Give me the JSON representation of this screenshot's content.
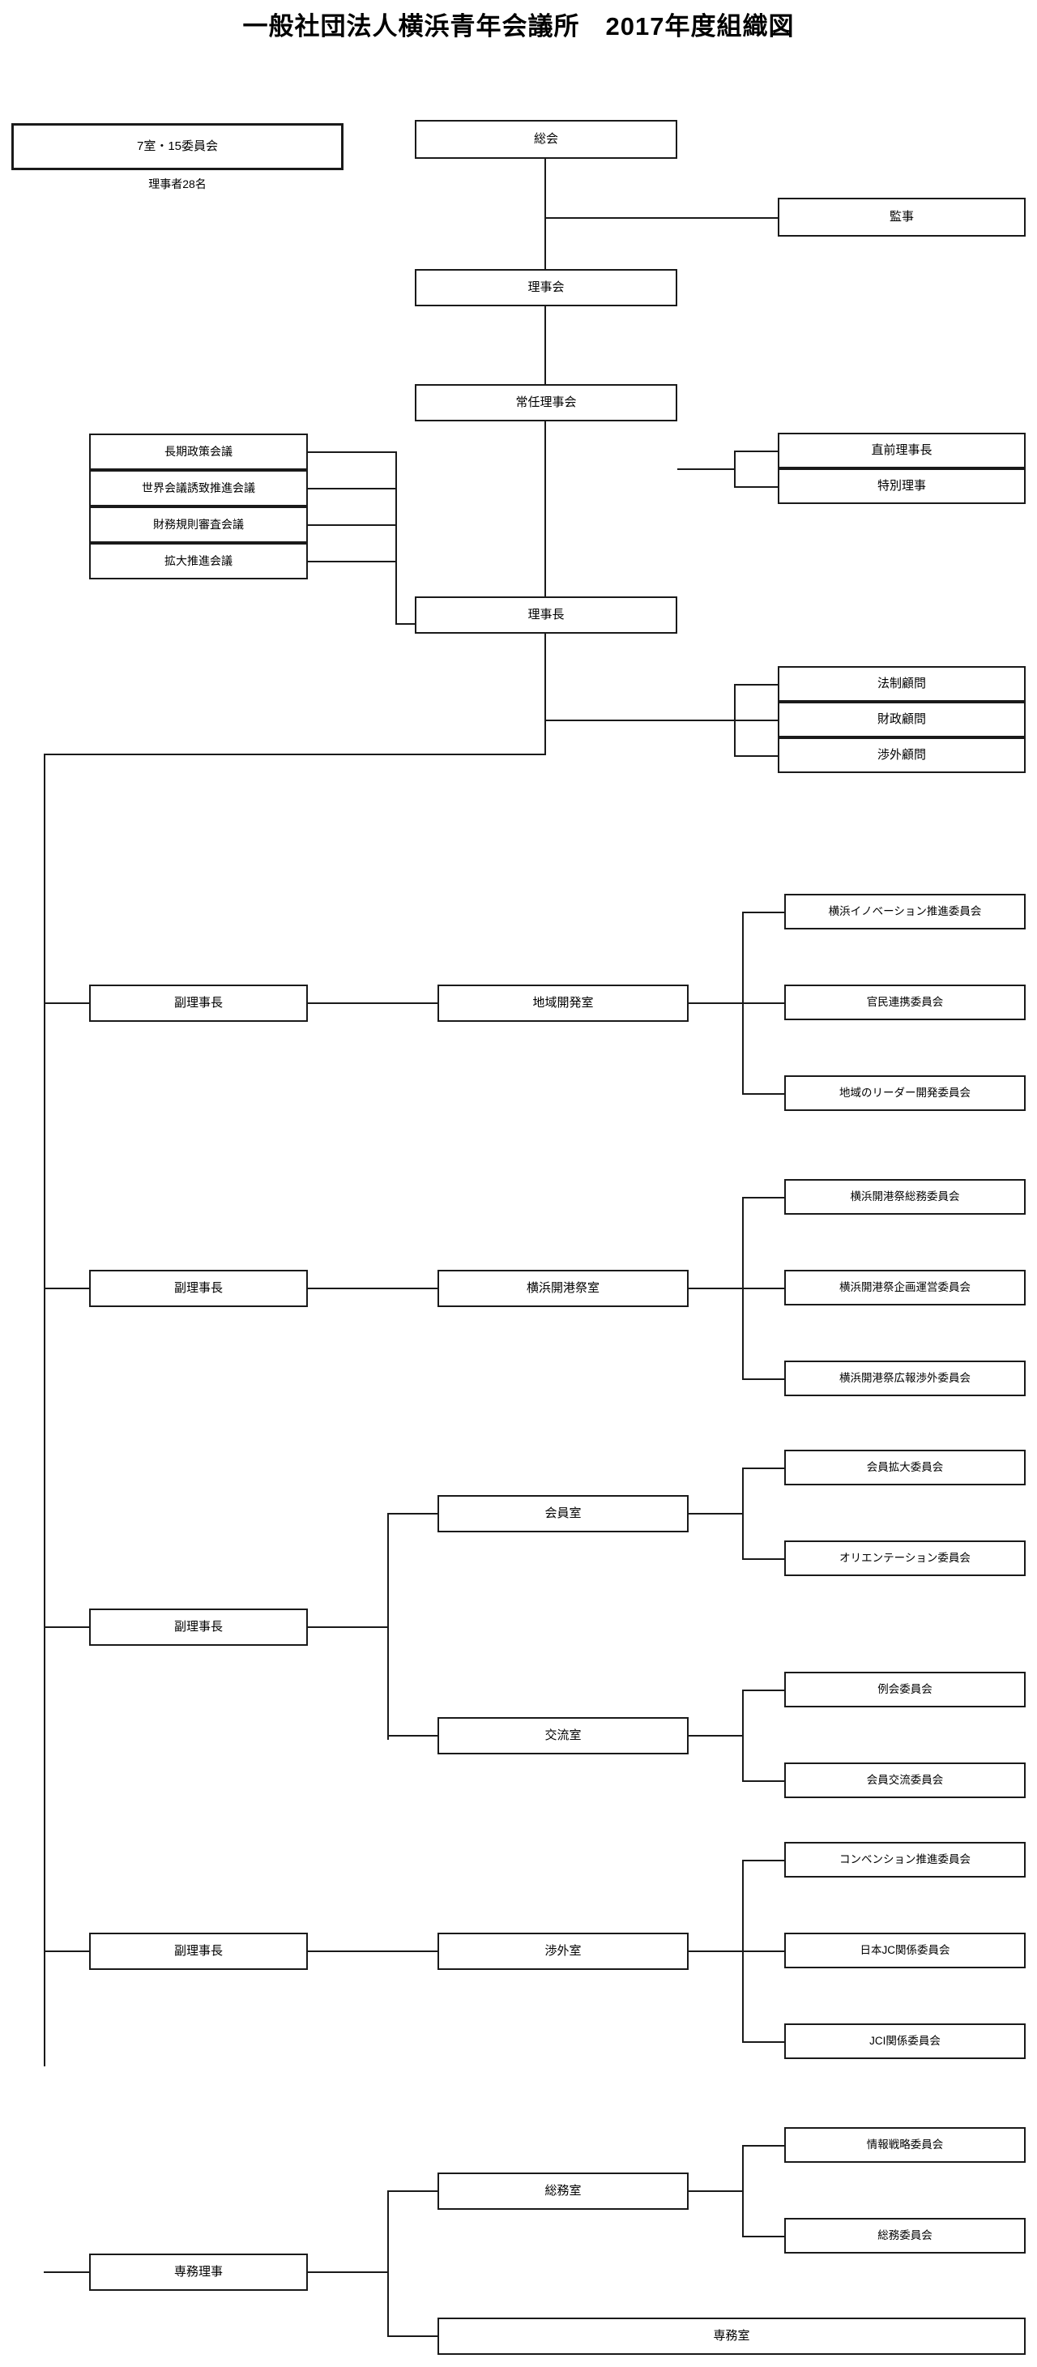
{
  "title": "一般社団法人横浜青年会議所　2017年度組織図",
  "summary": {
    "box_label": "7室・15委員会",
    "caption": "理事者28名"
  },
  "governance": {
    "general_assembly": "総会",
    "auditor": "監事",
    "board_of_directors": "理事会",
    "standing_board": "常任理事会",
    "president": "理事長"
  },
  "councils": [
    {
      "label": "長期政策会議"
    },
    {
      "label": "世界会議誘致推進会議"
    },
    {
      "label": "財務規則審査会議"
    },
    {
      "label": "拡大推進会議"
    }
  ],
  "special_directors": [
    {
      "label": "直前理事長"
    },
    {
      "label": "特別理事"
    }
  ],
  "advisors": [
    {
      "label": "法制顧問"
    },
    {
      "label": "財政顧問"
    },
    {
      "label": "渉外顧問"
    }
  ],
  "branches": [
    {
      "officer": "副理事長",
      "rooms": [
        {
          "label": "地域開発室",
          "committees": [
            "横浜イノベーション推進委員会",
            "官民連携委員会",
            "地域のリーダー開発委員会"
          ]
        }
      ]
    },
    {
      "officer": "副理事長",
      "rooms": [
        {
          "label": "横浜開港祭室",
          "committees": [
            "横浜開港祭総務委員会",
            "横浜開港祭企画運営委員会",
            "横浜開港祭広報渉外委員会"
          ]
        }
      ]
    },
    {
      "officer": "副理事長",
      "rooms": [
        {
          "label": "会員室",
          "committees": [
            "会員拡大委員会",
            "オリエンテーション委員会"
          ]
        },
        {
          "label": "交流室",
          "committees": [
            "例会委員会",
            "会員交流委員会"
          ]
        }
      ]
    },
    {
      "officer": "副理事長",
      "rooms": [
        {
          "label": "渉外室",
          "committees": [
            "コンベンション推進委員会",
            "日本JC関係委員会",
            "JCI関係委員会"
          ]
        }
      ]
    },
    {
      "officer": "専務理事",
      "rooms": [
        {
          "label": "総務室",
          "committees": [
            "情報戦略委員会",
            "総務委員会"
          ]
        },
        {
          "label": "専務室",
          "committees": []
        }
      ]
    }
  ],
  "colors": {
    "line": "#1a1a1a",
    "background": "#ffffff",
    "text": "#000000"
  }
}
